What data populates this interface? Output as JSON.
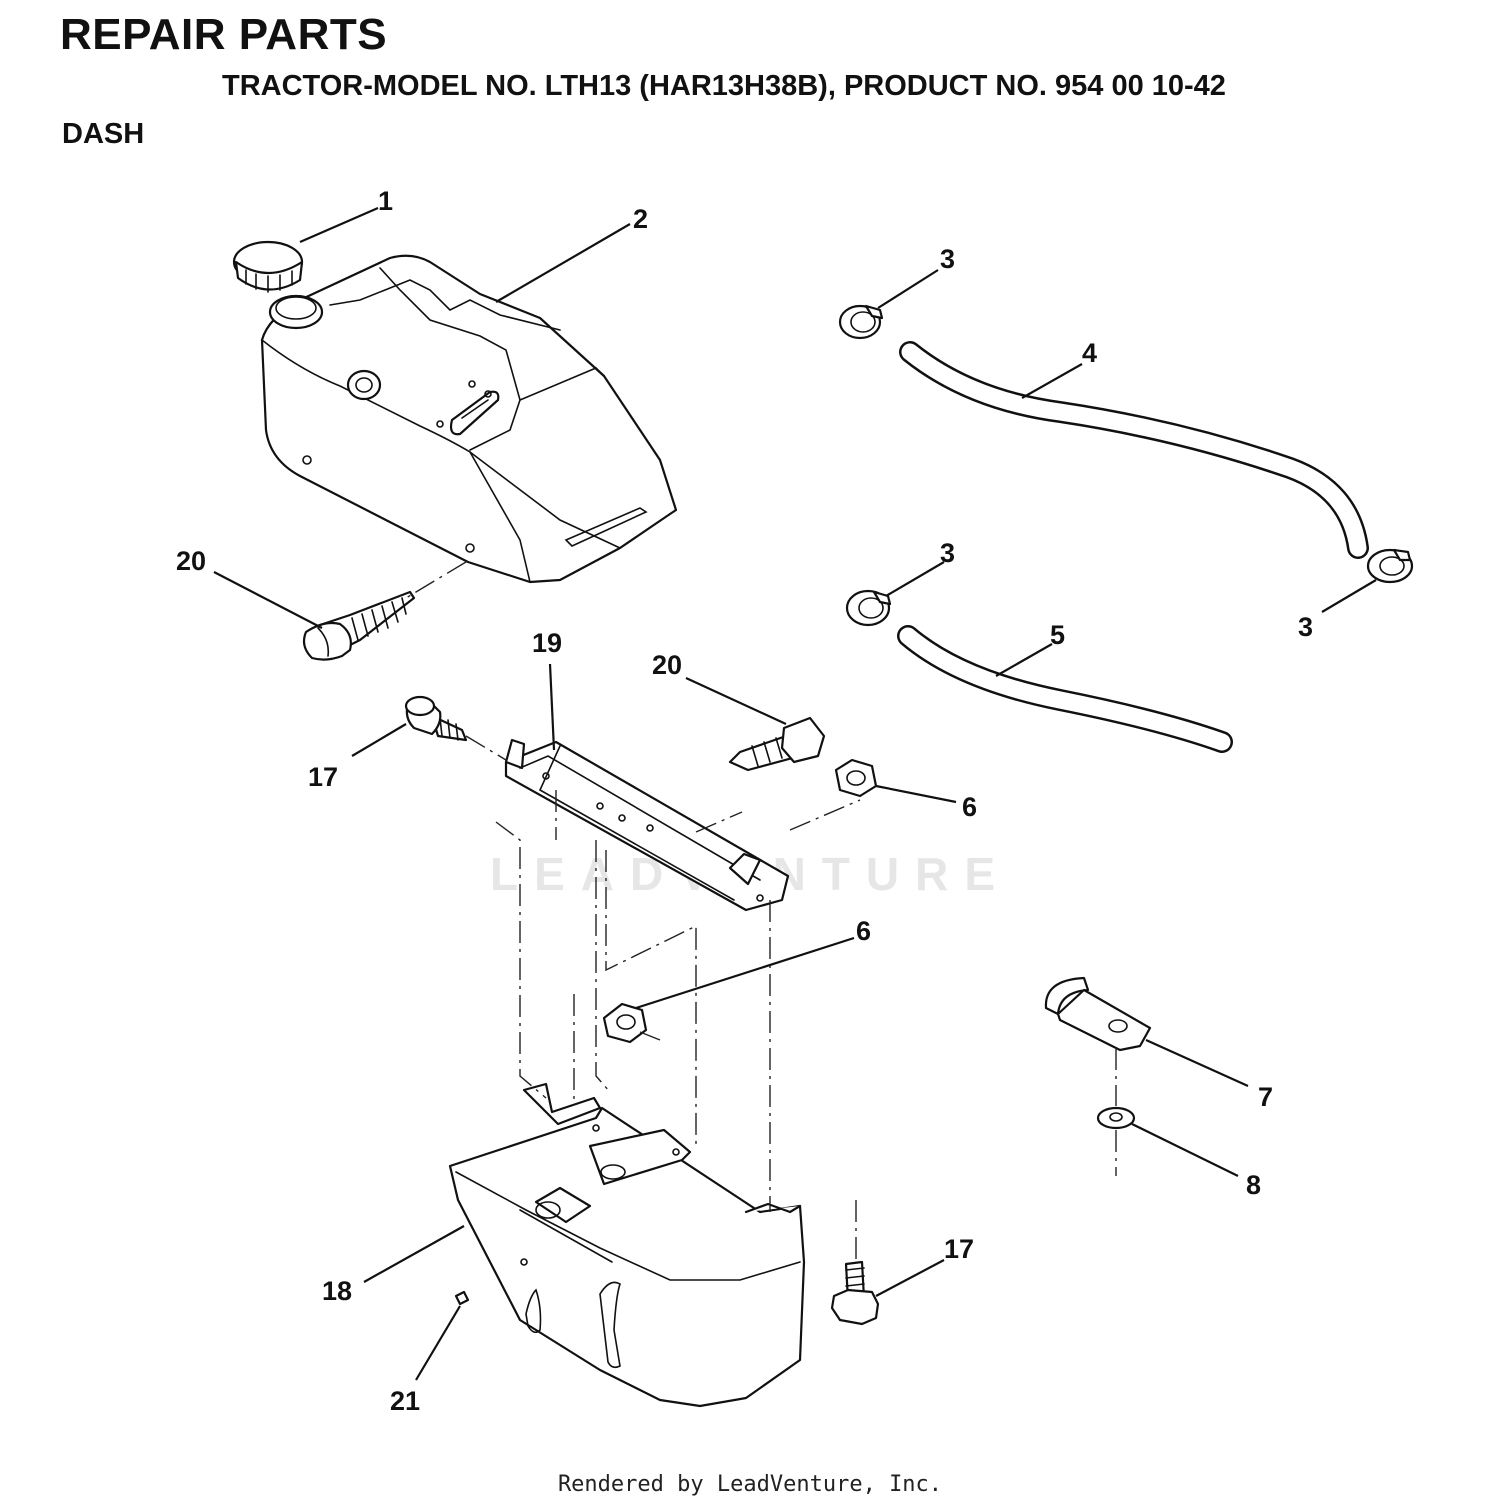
{
  "header": {
    "title": "REPAIR PARTS",
    "subtitle": "TRACTOR-MODEL NO. LTH13 (HAR13H38B), PRODUCT NO. 954 00 10-42",
    "section": "DASH"
  },
  "watermark": "LEADVENTURE",
  "callouts": {
    "c1": "1",
    "c2": "2",
    "c3a": "3",
    "c3b": "3",
    "c3c": "3",
    "c4": "4",
    "c5": "5",
    "c6a": "6",
    "c6b": "6",
    "c7": "7",
    "c8": "8",
    "c17a": "17",
    "c17b": "17",
    "c18": "18",
    "c19": "19",
    "c20a": "20",
    "c20b": "20",
    "c21": "21"
  },
  "footer": "Rendered by LeadVenture, Inc."
}
